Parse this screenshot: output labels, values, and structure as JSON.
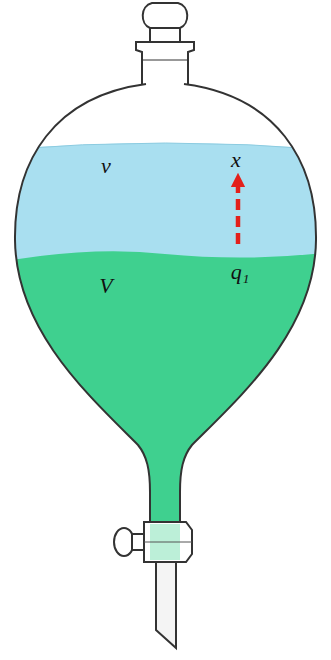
{
  "diagram": {
    "labels": [
      "v",
      "x",
      "V",
      "q₁"
    ]
  }
}
